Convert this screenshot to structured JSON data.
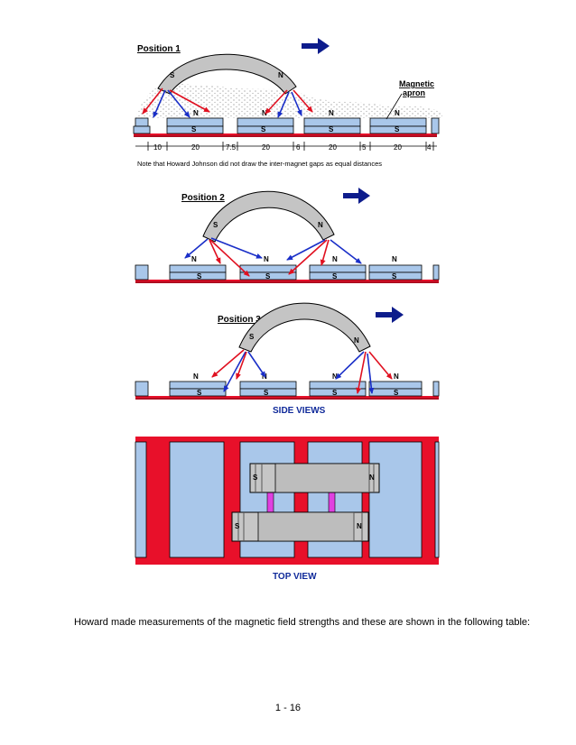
{
  "figure": {
    "position_labels": [
      "Position 1",
      "Position 2",
      "Position 3"
    ],
    "apron_label_line1": "Magnetic",
    "apron_label_line2": "apron",
    "gap_values": [
      "10",
      "20",
      "7.5",
      "20",
      "6",
      "20",
      "5",
      "20",
      "4"
    ],
    "note": "Note that Howard Johnson did not draw the inter-magnet gaps as equal distances",
    "pole_n": "N",
    "pole_s": "S",
    "side_views_caption": "SIDE VIEWS",
    "top_view_caption": "TOP VIEW"
  },
  "colors": {
    "magnet_blue": "#a9c7ea",
    "apron_red": "#e8102a",
    "arc_gray": "#c4c4c4",
    "arrow_navy": "#0d1c8c",
    "arrow_blue": "#1a2fc8",
    "arrow_red": "#e01020",
    "spacer_magenta": "#e040e0"
  },
  "text": {
    "body": "Howard made measurements of the magnetic field strengths and these are shown in the following table:",
    "page_number": "1 - 16"
  }
}
